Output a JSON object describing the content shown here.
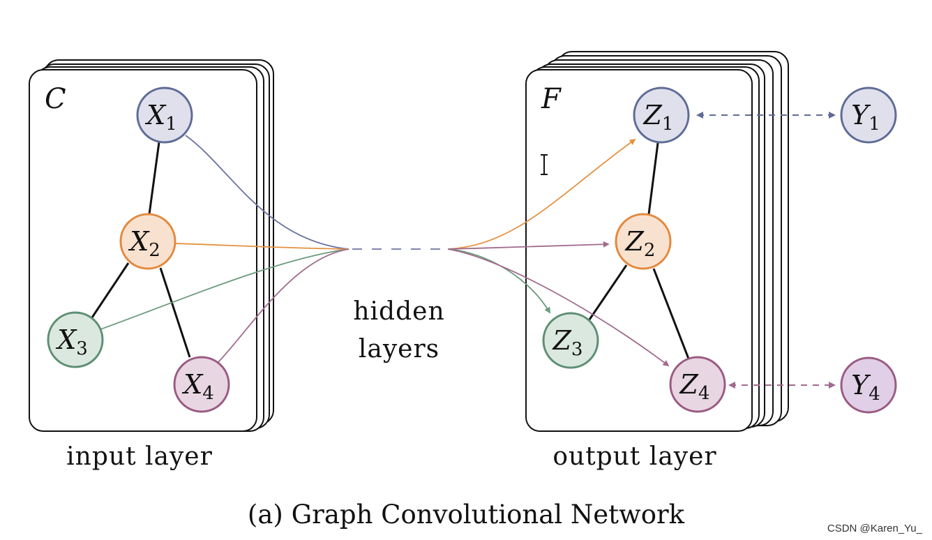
{
  "figure": {
    "caption": "(a) Graph Convolutional Network",
    "watermark": "CSDN @Karen_Yu_"
  },
  "colors": {
    "blue_fill": "#dfe0ec",
    "blue_stroke": "#5f6b96",
    "blue_edge": "#6c73a0",
    "orange_fill": "#f8e2cf",
    "orange_stroke": "#e3893e",
    "orange_edge": "#e5913f",
    "green_fill": "#dbe8df",
    "green_stroke": "#5e8f72",
    "green_edge": "#6a9a7c",
    "purple_fill": "#e8d6e2",
    "purple_stroke": "#9a5a83",
    "purple_edge": "#a16b8d",
    "lavender_fill": "#e0cfe6",
    "lavender_stroke": "#9a5a83"
  },
  "input": {
    "card_letter": "C",
    "label": "input layer",
    "nodes": [
      {
        "id": "x1",
        "base": "X",
        "sub": "1",
        "color": "blue"
      },
      {
        "id": "x2",
        "base": "X",
        "sub": "2",
        "color": "orange"
      },
      {
        "id": "x3",
        "base": "X",
        "sub": "3",
        "color": "green"
      },
      {
        "id": "x4",
        "base": "X",
        "sub": "4",
        "color": "purple"
      }
    ]
  },
  "hidden": {
    "label_line1": "hidden",
    "label_line2": "layers"
  },
  "output": {
    "card_letter": "F",
    "label": "output layer",
    "nodes": [
      {
        "id": "z1",
        "base": "Z",
        "sub": "1",
        "color": "blue"
      },
      {
        "id": "z2",
        "base": "Z",
        "sub": "2",
        "color": "orange"
      },
      {
        "id": "z3",
        "base": "Z",
        "sub": "3",
        "color": "green"
      },
      {
        "id": "z4",
        "base": "Z",
        "sub": "4",
        "color": "purple"
      }
    ]
  },
  "targets": {
    "nodes": [
      {
        "id": "y1",
        "base": "Y",
        "sub": "1",
        "color": "blue"
      },
      {
        "id": "y4",
        "base": "Y",
        "sub": "4",
        "color": "lavender"
      }
    ]
  }
}
